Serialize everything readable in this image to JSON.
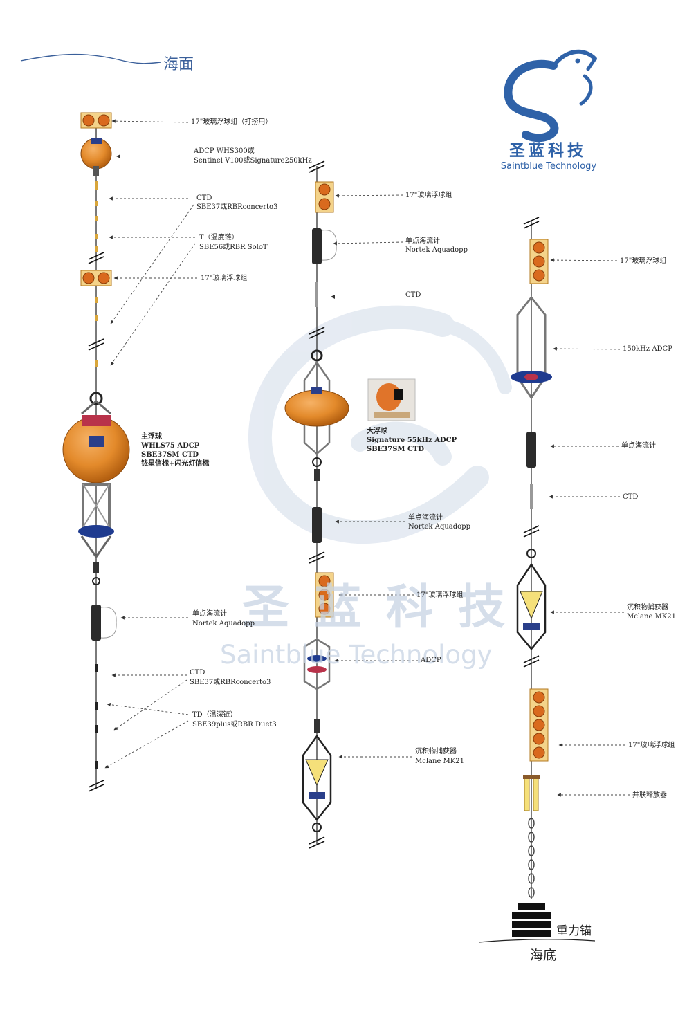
{
  "surface_label": "海面",
  "seabed_label": "海底",
  "anchor_label": "重力锚",
  "logo": {
    "cn": "圣蓝科技",
    "en": "Saintblue Technology"
  },
  "watermark": {
    "cn": "圣蓝科技",
    "en": "Saintblue Technology"
  },
  "colors": {
    "brand_blue": "#2f62a8",
    "float_orange": "#e38a2b",
    "frame_blue": "#1f3b8f",
    "watermark": "#c7d3e4"
  },
  "mooring1": {
    "labels": [
      {
        "text": "17\"玻璃浮球组（打捞用）"
      },
      {
        "text": "ADCP  WHS300或"
      },
      {
        "text": "Sentinel V100或Signature250kHz"
      },
      {
        "text": "CTD"
      },
      {
        "text": "SBE37或RBRconcerto3"
      },
      {
        "text": "T（温度链）"
      },
      {
        "text": "SBE56或RBR SoloT"
      },
      {
        "text": "17\"玻璃浮球组"
      },
      {
        "text": "主浮球"
      },
      {
        "text": "WHLS75 ADCP"
      },
      {
        "text": "SBE37SM CTD"
      },
      {
        "text": "铱星信标+闪光灯信标"
      },
      {
        "text": "单点海流计"
      },
      {
        "text": "Nortek Aquadopp"
      },
      {
        "text": "CTD"
      },
      {
        "text": "SBE37或RBRconcerto3"
      },
      {
        "text": "TD（温深链）"
      },
      {
        "text": "SBE39plus或RBR Duet3"
      }
    ]
  },
  "mooring2": {
    "labels": [
      {
        "text": "17\"玻璃浮球组"
      },
      {
        "text": "单点海流计"
      },
      {
        "text": "Nortek Aquadopp"
      },
      {
        "text": "CTD"
      },
      {
        "text": "大浮球"
      },
      {
        "text": "Signature 55kHz ADCP"
      },
      {
        "text": "SBE37SM CTD"
      },
      {
        "text": "单点海流计"
      },
      {
        "text": "Nortek Aquadopp"
      },
      {
        "text": "17\"玻璃浮球组"
      },
      {
        "text": "ADCP"
      },
      {
        "text": "沉积物捕获器"
      },
      {
        "text": "Mclane MK21"
      }
    ]
  },
  "mooring3": {
    "labels": [
      {
        "text": "17\"玻璃浮球组"
      },
      {
        "text": "150kHz ADCP"
      },
      {
        "text": "单点海流计"
      },
      {
        "text": "CTD"
      },
      {
        "text": "沉积物捕获器"
      },
      {
        "text": "Mclane MK21"
      },
      {
        "text": "17\"玻璃浮球组"
      },
      {
        "text": "并联释放器"
      }
    ]
  }
}
